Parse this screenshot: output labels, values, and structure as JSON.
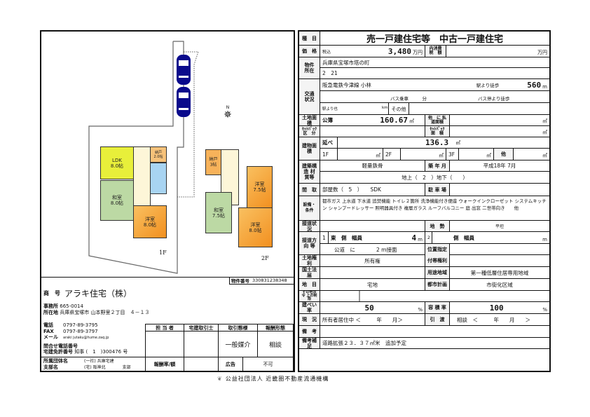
{
  "header": {
    "label": "種　目",
    "title": "売一戸建住宅等　中古一戸建住宅"
  },
  "price": {
    "label": "価　格",
    "kind": "税込",
    "value": "3,480",
    "unit": "万円",
    "tax_label": "内消費 税　額",
    "tax_unit": "万円"
  },
  "address": {
    "label": "物件 所在",
    "line1": "兵庫県宝塚市塔の町",
    "line2": "2　21"
  },
  "transport": {
    "label": "交通 状況",
    "line": "阪急電鉄今津線 小林",
    "walk_label": "駅より徒歩",
    "walk_value": "560",
    "walk_unit": "m",
    "bus_ride": "バス乗車　　　分",
    "bus_walk": "バス停より徒歩",
    "station_dist": "駅より也",
    "km": "km",
    "other": "その他"
  },
  "land": {
    "label": "土地面積",
    "kind": "公簿",
    "value": "160.67",
    "unit": "㎡",
    "private_road": "他　に 私道面積",
    "private_unit": "㎡"
  },
  "setback": {
    "label": "ｾｯﾄﾊﾞｯｸ 区　分",
    "area_label": "ｾｯﾄﾊﾞｯｸ 面　積",
    "unit": "㎡"
  },
  "building": {
    "label": "建物面積",
    "total_label": "延べ",
    "total": "136.3",
    "unit": "㎡",
    "f1": "1F",
    "f2": "2F",
    "f3": "3F",
    "other": "他"
  },
  "structure": {
    "label": "建築構造 材質等",
    "value": "軽量鉄骨",
    "built_label": "築 年 月",
    "built": "平成18年 7月",
    "floors": "地上（　2　）地下（　　）"
  },
  "layout": {
    "label": "間　取",
    "value": "部屋数（　5　）　　SDK",
    "parking_label": "駐 車 場"
  },
  "facilities": {
    "label": "設備・条件",
    "text": "都市ガス 上水道 下水道 追焚機能 トイレ２箇所 洗浄機能付き便座 ウォークインクローゼット システムキッチン シャンプードレッサー 照明器具付き 複層ガラス ルーフバルコニー 庭 出窓 二世帯向き　　他"
  },
  "road_status": {
    "label": "接道状況",
    "terrain_label": "地　勢",
    "terrain": "平坦"
  },
  "road_dir": {
    "label": "接道方向 等",
    "r1_no": "1",
    "r1": "東　側　幅員",
    "r1_w": "4",
    "r1_unit": "m",
    "r2_no": "2",
    "r2": "側　幅員",
    "r2_unit": "m",
    "frontage": "公道　に　　　　2 m接面",
    "position_label": "位置指定"
  },
  "land_rights": {
    "label": "土地権利",
    "value": "所有権",
    "ancillary_label": "付帯権利"
  },
  "national_land": {
    "label": "国土法届",
    "zoning_label": "用途地域",
    "zoning": "第一種低層住居専用地域"
  },
  "chimoku": {
    "label": "地　目",
    "value": "宅地",
    "city_label": "都市計画",
    "city": "市街化区域"
  },
  "other_law": {
    "label": "その他法令 上の制限"
  },
  "coverage": {
    "label": "建ぺい率",
    "value": "50",
    "unit": "%",
    "far_label": "容 積 率",
    "far": "100",
    "far_unit": "%"
  },
  "status": {
    "label": "現　況",
    "value": "所有者居住中 ＜　　　年　　月＞",
    "handover_label": "引　渡",
    "handover": "相談　＜　　　年　　月　　＞"
  },
  "notes": {
    "label": "備　考",
    "supp_label": "備考補足",
    "supp": "道路拡張２３．３７㎡米　追加予定"
  },
  "plan": {
    "floor1": "1F",
    "floor2": "2F",
    "north": "N",
    "rooms1": [
      "LDK\n8.0帖",
      "和室\n8.0帖",
      "洋室\n8.0帖",
      "納戸\n2.0帖"
    ],
    "rooms2": [
      "納戸\n3帖",
      "洋室\n7.5帖",
      "和室\n7.5帖",
      "洋室\n8.0帖"
    ]
  },
  "company": {
    "id_label": "物件番号",
    "id": "330831238348",
    "name_label": "商　号",
    "name": "アラキ住宅（株）",
    "office_label": "事務所",
    "postal": "665-0014",
    "addr_label": "所在地",
    "addr": "兵庫県宝塚市 山本野里２丁目　４－１３",
    "tel_label": "電話",
    "tel": "0797-89-3795",
    "fax_label": "FAX",
    "fax": "0797-89-3797",
    "mail_label": "メール",
    "mail": "araki jutaku@hume.zaq.jp",
    "inquiry_label": "問合せ電話番号",
    "license_label": "宅建免許番号",
    "license": "知事 (　1　)300476 号",
    "org_label": "所属団体名",
    "org": "(一社) 兵庫宅建",
    "branch_label": "支部名",
    "branch": "(宅) 阪神北　　　　支部"
  },
  "deal": {
    "h1": "担 当 者",
    "h2": "宅建取引士",
    "h3": "取引態様",
    "h4": "報酬形態",
    "mode": "一般媒介",
    "fee": "相談",
    "fee_rate": "報酬率/額",
    "ad": "広告",
    "ad_value": "不可"
  },
  "footer": {
    "org": "公益社団法人 近畿圏不動産流通機構"
  }
}
